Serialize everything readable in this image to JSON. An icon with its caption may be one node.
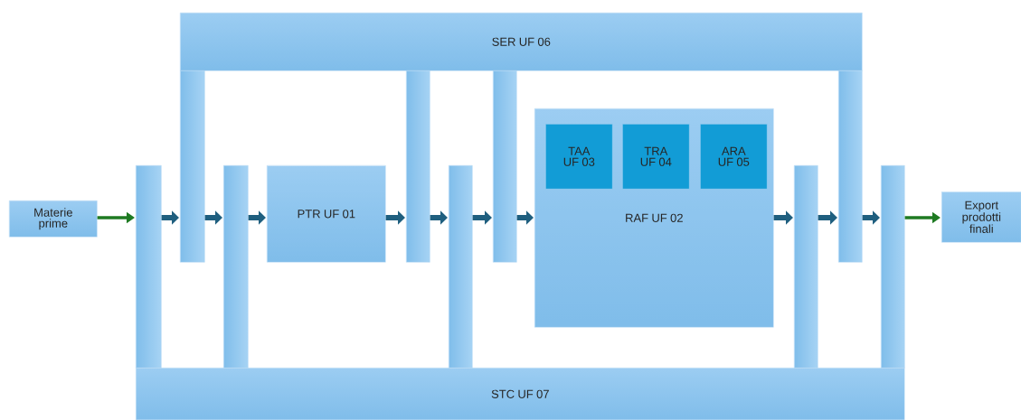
{
  "diagram": {
    "nodes": [
      {
        "text": [
          "SER UF 06"
        ]
      },
      {
        "text": [
          "Materie prime"
        ]
      },
      {
        "text": [],
        "shape": "bar"
      },
      {
        "text": [],
        "shape": "bar"
      },
      {
        "text": [],
        "shape": "bar"
      },
      {
        "text": [
          "PTR UF 01"
        ]
      },
      {
        "text": [],
        "shape": "bar"
      },
      {
        "text": [],
        "shape": "bar"
      },
      {
        "text": [],
        "shape": "bar"
      },
      {
        "text": [
          "RAF UF 02"
        ]
      },
      {
        "text": [
          "TAA UF 03"
        ],
        "in": 9
      },
      {
        "text": [
          "TRA UF 04"
        ],
        "in": 9
      },
      {
        "text": [
          "ARA UF 05"
        ],
        "in": 9
      },
      {
        "text": [],
        "shape": "bar"
      },
      {
        "text": [],
        "shape": "bar"
      },
      {
        "text": [],
        "shape": "bar"
      },
      {
        "text": [
          "Export prodotti finali"
        ]
      },
      {
        "text": [
          "STC UF 07"
        ]
      }
    ],
    "edges": [
      {
        "from": 1,
        "to": 2,
        "arrow": "to",
        "color": "#1e7a22"
      },
      {
        "from": 2,
        "to": 3,
        "arrow": "to"
      },
      {
        "from": 3,
        "to": 4,
        "arrow": "to"
      },
      {
        "from": 4,
        "to": 5,
        "arrow": "to"
      },
      {
        "from": 5,
        "to": 6,
        "arrow": "to"
      },
      {
        "from": 6,
        "to": 7,
        "arrow": "to"
      },
      {
        "from": 7,
        "to": 8,
        "arrow": "to"
      },
      {
        "from": 8,
        "to": 9,
        "arrow": "to"
      },
      {
        "from": 9,
        "to": 13,
        "arrow": "to"
      },
      {
        "from": 13,
        "to": 14,
        "arrow": "to"
      },
      {
        "from": 14,
        "to": 15,
        "arrow": "to"
      },
      {
        "from": 15,
        "to": 16,
        "arrow": "to",
        "color": "#1e7a22"
      }
    ]
  }
}
